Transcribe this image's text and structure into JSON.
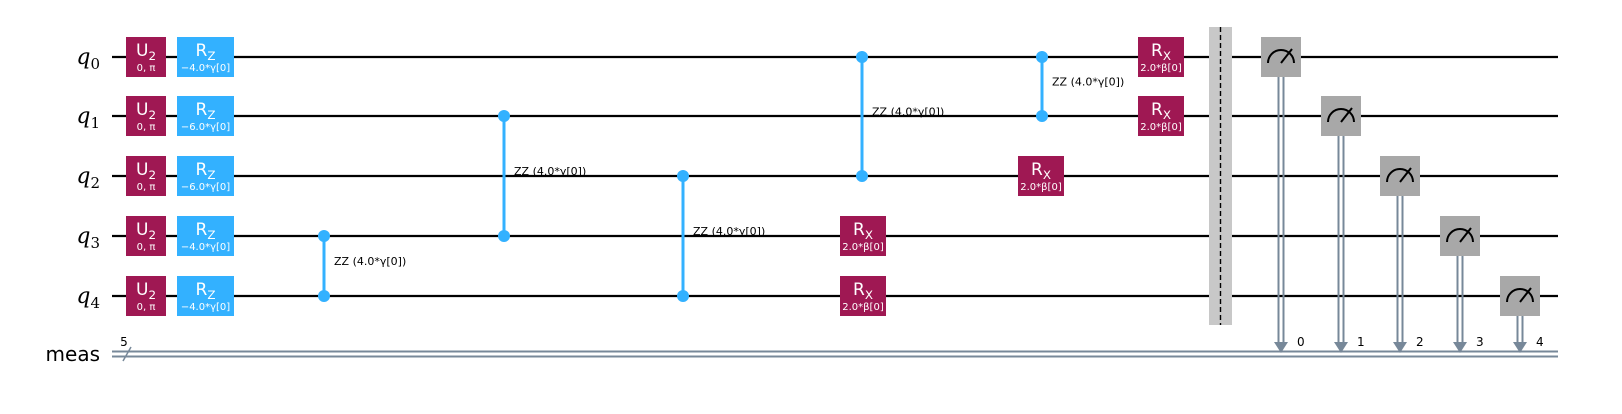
{
  "qubits": [
    {
      "name": "q",
      "sub": "0"
    },
    {
      "name": "q",
      "sub": "1"
    },
    {
      "name": "q",
      "sub": "2"
    },
    {
      "name": "q",
      "sub": "3"
    },
    {
      "name": "q",
      "sub": "4"
    }
  ],
  "classical": {
    "name": "meas",
    "count": "5"
  },
  "u2_gates": [
    {
      "qubit": 0,
      "name": "U",
      "sub": "2",
      "param": "0, π"
    },
    {
      "qubit": 1,
      "name": "U",
      "sub": "2",
      "param": "0, π"
    },
    {
      "qubit": 2,
      "name": "U",
      "sub": "2",
      "param": "0, π"
    },
    {
      "qubit": 3,
      "name": "U",
      "sub": "2",
      "param": "0, π"
    },
    {
      "qubit": 4,
      "name": "U",
      "sub": "2",
      "param": "0, π"
    }
  ],
  "rz_gates": [
    {
      "qubit": 0,
      "name": "R",
      "sub": "Z",
      "param": "−4.0*γ[0]"
    },
    {
      "qubit": 1,
      "name": "R",
      "sub": "Z",
      "param": "−6.0*γ[0]"
    },
    {
      "qubit": 2,
      "name": "R",
      "sub": "Z",
      "param": "−6.0*γ[0]"
    },
    {
      "qubit": 3,
      "name": "R",
      "sub": "Z",
      "param": "−4.0*γ[0]"
    },
    {
      "qubit": 4,
      "name": "R",
      "sub": "Z",
      "param": "−4.0*γ[0]"
    }
  ],
  "zz_gates": [
    {
      "q1": 3,
      "q2": 4,
      "label": "ZZ (4.0*γ[0])"
    },
    {
      "q1": 1,
      "q2": 3,
      "label": "ZZ (4.0*γ[0])"
    },
    {
      "q1": 2,
      "q2": 4,
      "label": "ZZ (4.0*γ[0])"
    },
    {
      "q1": 0,
      "q2": 2,
      "label": "ZZ (4.0*γ[0])"
    },
    {
      "q1": 0,
      "q2": 1,
      "label": "ZZ (4.0*γ[0])"
    }
  ],
  "rx_gates": [
    {
      "qubit": 3,
      "name": "R",
      "sub": "X",
      "param": "2.0*β[0]"
    },
    {
      "qubit": 4,
      "name": "R",
      "sub": "X",
      "param": "2.0*β[0]"
    },
    {
      "qubit": 2,
      "name": "R",
      "sub": "X",
      "param": "2.0*β[0]"
    },
    {
      "qubit": 0,
      "name": "R",
      "sub": "X",
      "param": "2.0*β[0]"
    },
    {
      "qubit": 1,
      "name": "R",
      "sub": "X",
      "param": "2.0*β[0]"
    }
  ],
  "measurements": [
    {
      "qubit": 0,
      "bit": "0"
    },
    {
      "qubit": 1,
      "bit": "1"
    },
    {
      "qubit": 2,
      "bit": "2"
    },
    {
      "qubit": 3,
      "bit": "3"
    },
    {
      "qubit": 4,
      "bit": "4"
    }
  ],
  "colors": {
    "wire": "#000000",
    "u2": "#9f1853",
    "rz": "#33b1ff",
    "zz": "#33b1ff",
    "rx": "#9f1853",
    "measure": "#a8a8a8",
    "classical": "#778899",
    "barrier": "#c8c8c8"
  }
}
